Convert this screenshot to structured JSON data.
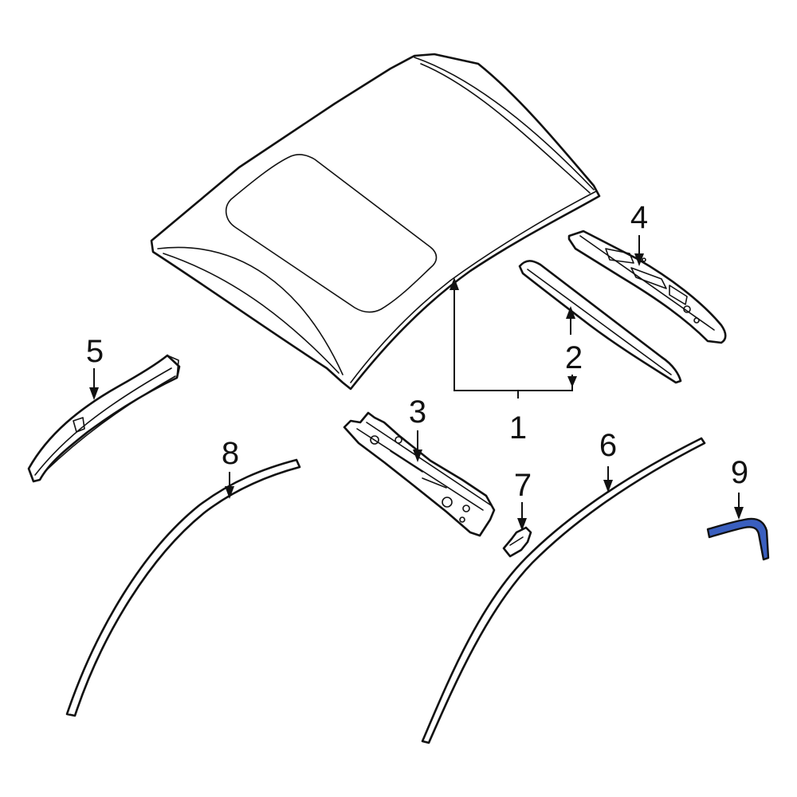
{
  "diagram": {
    "highlight_color": "#3a5fbf",
    "callouts": [
      {
        "id": "1",
        "label": "1"
      },
      {
        "id": "2",
        "label": "2"
      },
      {
        "id": "3",
        "label": "3"
      },
      {
        "id": "4",
        "label": "4"
      },
      {
        "id": "5",
        "label": "5"
      },
      {
        "id": "6",
        "label": "6"
      },
      {
        "id": "7",
        "label": "7"
      },
      {
        "id": "8",
        "label": "8"
      },
      {
        "id": "9",
        "label": "9"
      }
    ]
  }
}
